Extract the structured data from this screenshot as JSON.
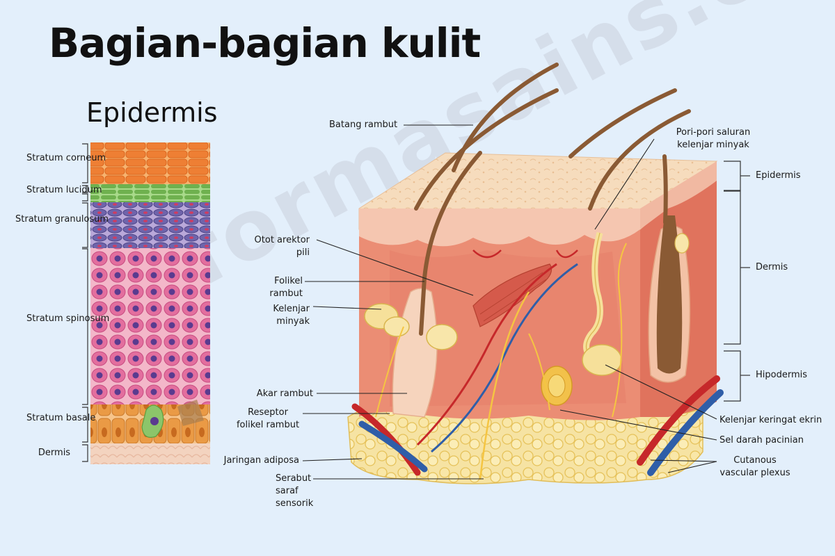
{
  "title": "Bagian-bagian kulit",
  "subtitle": "Epidermis",
  "watermark": "informasains.com",
  "epidermis_layers": {
    "corneum": "Stratum corneum",
    "lucidum": "Stratum lucidum",
    "granulosum": "Stratum granulosum",
    "spinosum": "Stratum spinosum",
    "basale": "Stratum basale",
    "dermis": "Dermis"
  },
  "labels": {
    "batang_rambut": "Batang rambut",
    "otot_arektor": "Otot arektor pili",
    "folikel": "Folikel rambut",
    "kelenjar_minyak": "Kelenjar minyak",
    "akar_rambut": "Akar rambut",
    "reseptor": "Reseptor folikel rambut",
    "jaringan_adiposa": "Jaringan adiposa",
    "serabut_saraf": "Serabut saraf sensorik",
    "pori_pori": "Pori-pori saluran kelenjar minyak",
    "epidermis": "Epidermis",
    "dermis": "Dermis",
    "hipodermis": "Hipodermis",
    "kelenjar_keringat": "Kelenjar keringat ekrin",
    "sel_darah": "Sel darah pacinian",
    "cutanous": "Cutanous vascular plexus"
  },
  "colors": {
    "background": "#e3effb",
    "corneum": "#ef8a3c",
    "lucidum": "#7fbf5a",
    "granulosum": "#6e63a8",
    "spinosum": "#e37aa3",
    "basale": "#e59a4c",
    "dermis": "#e88872",
    "epidermis_top": "#f6ddc0",
    "adipose": "#f6dc8a",
    "artery": "#c6282a",
    "vein": "#2f5ea8",
    "nerve": "#f5c542",
    "hair": "#8a5a34"
  }
}
